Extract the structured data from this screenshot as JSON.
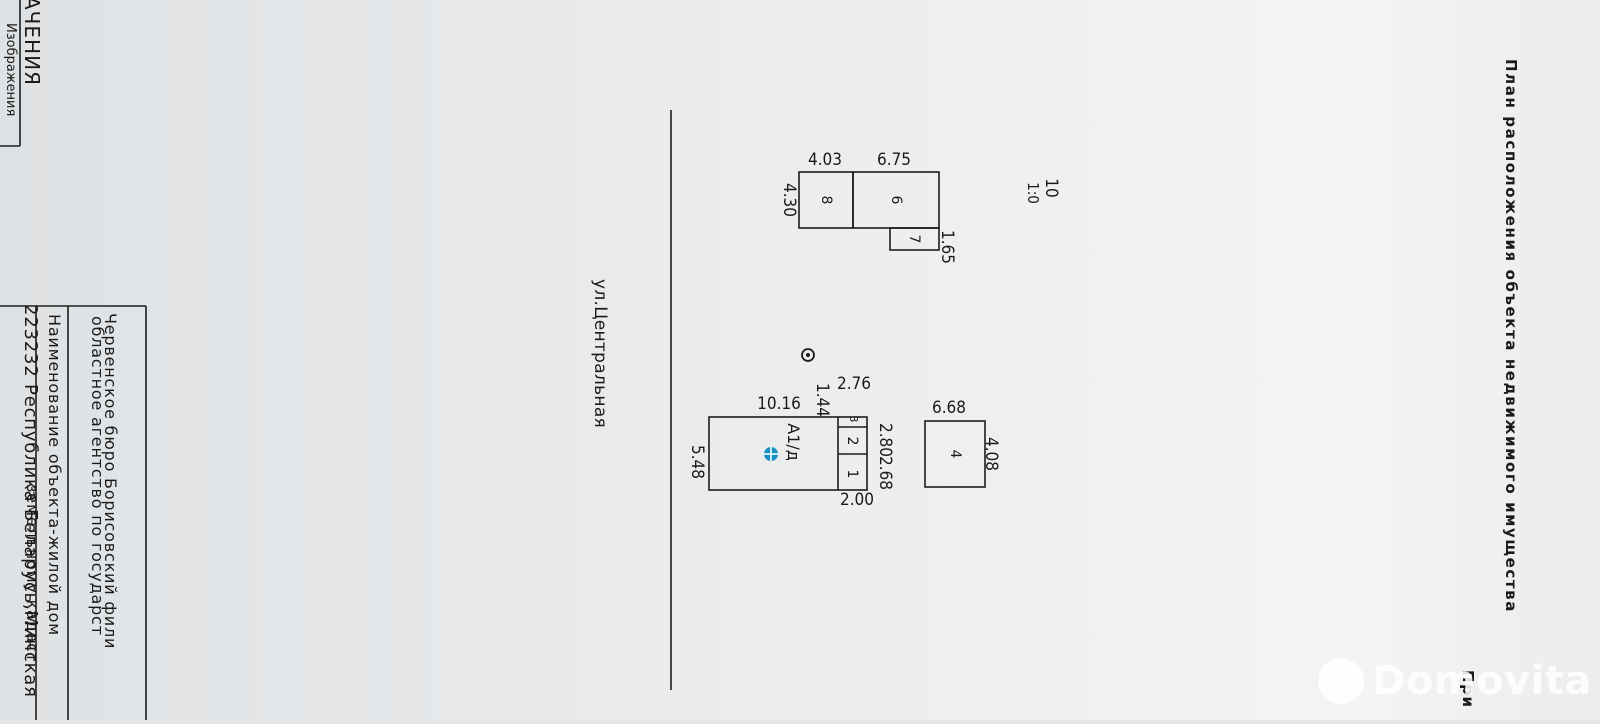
{
  "document": {
    "title": "План расположения объекта недвижимого имущества",
    "corner_text": "При"
  },
  "left_edge": {
    "text1": "АЧЕНИЯ",
    "text2": "Изображения"
  },
  "street": "ул.Центральная",
  "scale": {
    "numerator": "10",
    "denominator": "1:0"
  },
  "buildings": {
    "main": {
      "label": "А1/д",
      "rooms": [
        "1",
        "2",
        "3"
      ],
      "dims": {
        "length": "10.16",
        "width": "5.48",
        "a": "2.76",
        "b": "1.44",
        "c": "2.80",
        "d": "2.68",
        "e": "2.00"
      }
    },
    "b4": {
      "label": "4",
      "dims": {
        "w": "6.68",
        "h": "4.08"
      }
    },
    "b6": {
      "label": "6",
      "dims": {
        "w": "6.75"
      }
    },
    "b7": {
      "label": "7",
      "dims": {
        "w": "1.65"
      }
    },
    "b8": {
      "label": "8",
      "dims": {
        "w": "4.03",
        "h": "4.30"
      }
    }
  },
  "stamp": {
    "line1": "Червенское бюро Борисовский фили",
    "line2": "областное агентство по государст",
    "line3": "земельному кадаст",
    "line4": "Наименование объекта-жилой дом",
    "line5": "223232 Республика Беларусь,Минская"
  },
  "watermark": {
    "brand": "Domovita"
  },
  "colors": {
    "marker": "#1591c4",
    "ink": "#1a1a1a"
  }
}
